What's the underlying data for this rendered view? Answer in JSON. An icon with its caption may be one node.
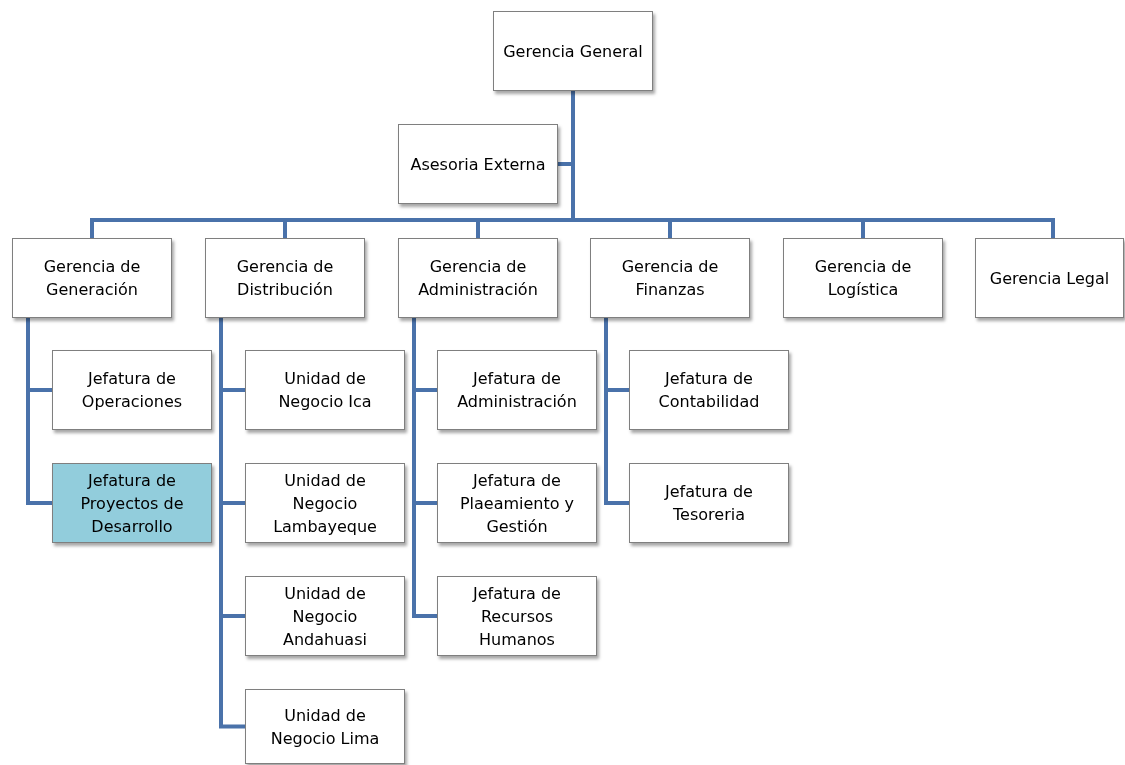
{
  "diagram": {
    "nodes": [
      {
        "text": [
          "Gerencia General"
        ]
      },
      {
        "text": [
          "Asesoria Externa"
        ]
      },
      {
        "text": [
          "Gerencia de Generación"
        ]
      },
      {
        "text": [
          "Gerencia de Distribución"
        ]
      },
      {
        "text": [
          "Gerencia de Administración"
        ]
      },
      {
        "text": [
          "Gerencia de Finanzas"
        ]
      },
      {
        "text": [
          "Gerencia de Logística"
        ]
      },
      {
        "text": [
          "Gerencia Legal"
        ]
      },
      {
        "text": [
          "Jefatura de Operaciones"
        ]
      },
      {
        "text": [
          "Jefatura de Proyectos de Desarrollo"
        ]
      },
      {
        "text": [
          "Unidad de Negocio Ica"
        ]
      },
      {
        "text": [
          "Unidad de Negocio Lambayeque"
        ]
      },
      {
        "text": [
          "Unidad de Negocio Andahuasi"
        ]
      },
      {
        "text": [
          "Unidad de Negocio Lima"
        ]
      },
      {
        "text": [
          "Jefatura de Administración"
        ]
      },
      {
        "text": [
          "Jefatura de Plaeamiento y Gestión"
        ]
      },
      {
        "text": [
          "Jefatura de Recursos Humanos"
        ]
      },
      {
        "text": [
          "Jefatura de Contabilidad"
        ]
      },
      {
        "text": [
          "Jefatura de Tesoreria"
        ]
      }
    ],
    "edges": [
      {
        "from": 0,
        "to": 1,
        "arrow": "none"
      },
      {
        "from": 0,
        "to": 2,
        "arrow": "none"
      },
      {
        "from": 0,
        "to": 3,
        "arrow": "none"
      },
      {
        "from": 0,
        "to": 4,
        "arrow": "none"
      },
      {
        "from": 0,
        "to": 5,
        "arrow": "none"
      },
      {
        "from": 0,
        "to": 6,
        "arrow": "none"
      },
      {
        "from": 0,
        "to": 7,
        "arrow": "none"
      },
      {
        "from": 2,
        "to": 8,
        "arrow": "none"
      },
      {
        "from": 2,
        "to": 9,
        "arrow": "none"
      },
      {
        "from": 3,
        "to": 10,
        "arrow": "none"
      },
      {
        "from": 3,
        "to": 11,
        "arrow": "none"
      },
      {
        "from": 3,
        "to": 12,
        "arrow": "none"
      },
      {
        "from": 3,
        "to": 13,
        "arrow": "none"
      },
      {
        "from": 4,
        "to": 14,
        "arrow": "none"
      },
      {
        "from": 4,
        "to": 15,
        "arrow": "none"
      },
      {
        "from": 4,
        "to": 16,
        "arrow": "none"
      },
      {
        "from": 5,
        "to": 17,
        "arrow": "none"
      },
      {
        "from": 5,
        "to": 18,
        "arrow": "none"
      }
    ]
  }
}
